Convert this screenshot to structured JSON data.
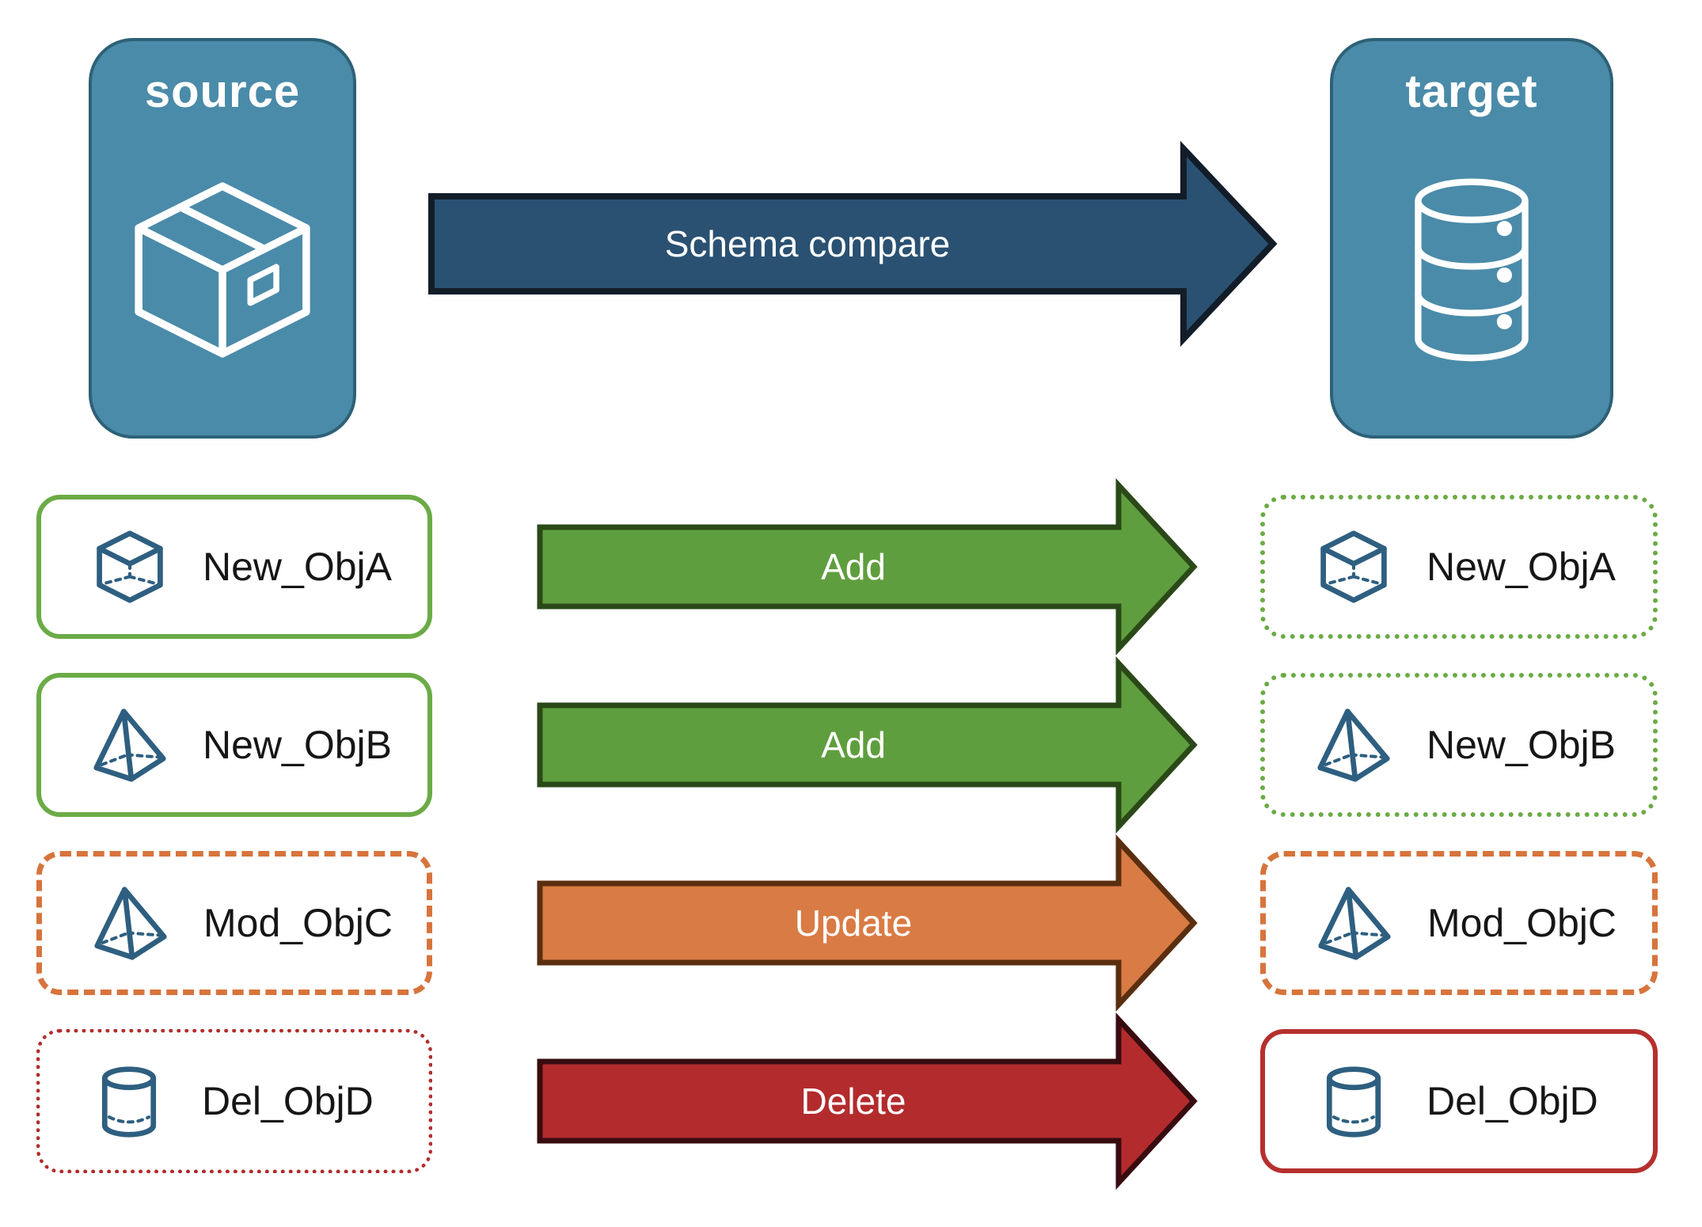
{
  "nodes": {
    "source": {
      "label": "source",
      "icon": "package-icon"
    },
    "target": {
      "label": "target",
      "icon": "database-icon"
    }
  },
  "compare_arrow": {
    "label": "Schema compare"
  },
  "rows": [
    {
      "name": "New_ObjA",
      "icon": "cube-icon",
      "action": "Add",
      "source_border": "solid-green",
      "target_border": "dotted-green"
    },
    {
      "name": "New_ObjB",
      "icon": "pyramid-icon",
      "action": "Add",
      "source_border": "solid-green",
      "target_border": "dotted-green"
    },
    {
      "name": "Mod_ObjC",
      "icon": "pyramid-icon",
      "action": "Update",
      "source_border": "dashed-orange",
      "target_border": "dashed-orange"
    },
    {
      "name": "Del_ObjD",
      "icon": "cylinder-icon",
      "action": "Delete",
      "source_border": "dotted-red",
      "target_border": "solid-red"
    }
  ],
  "colors": {
    "node_fill": "#4A8BA9",
    "node_border": "#2E6177",
    "icon_blue": "#2E5F80",
    "compare_arrow_fill": "#2A5172",
    "add_arrow_fill": "#5F9E3E",
    "update_arrow_fill": "#D97B44",
    "delete_arrow_fill": "#B32B2D",
    "green_border": "#6BAB46",
    "orange_border": "#D7743C",
    "red_border": "#B12D2B"
  }
}
